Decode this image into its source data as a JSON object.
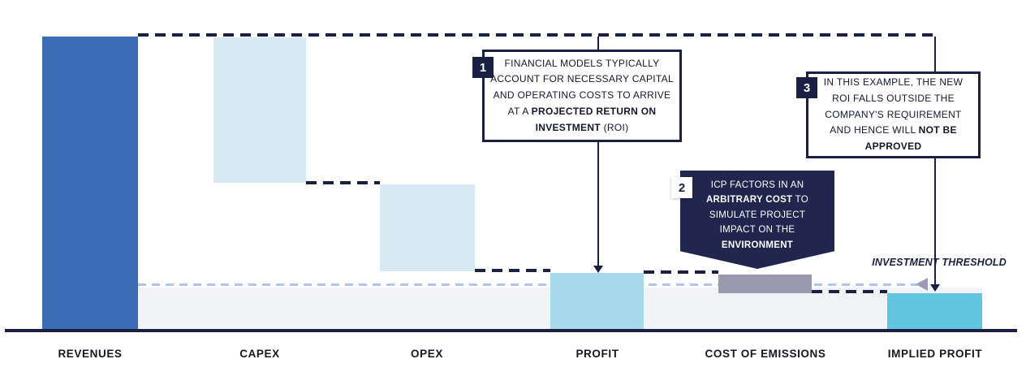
{
  "colors": {
    "navy": "#1A1F44",
    "revenue_blue": "#3A6DB5",
    "light_blue": "#D7EAF4",
    "profit_blue": "#A9DAEC",
    "emissions_grey": "#9B99B0",
    "implied_cyan": "#62C6E0",
    "band_grey": "#F2F3F6",
    "threshold_blue": "#AEC6E8",
    "marker_grey": "#9B9BB3",
    "note_dark_bg": "#20264D",
    "text_dark": "#15182B"
  },
  "chart_data": {
    "type": "waterfall",
    "categories": [
      "REVENUES",
      "CAPEX",
      "OPEX",
      "PROFIT",
      "COST OF EMISSIONS",
      "IMPLIED PROFIT"
    ],
    "relative_values_pct_of_revenue": [
      100,
      -50,
      -30,
      20,
      -7,
      13
    ],
    "threshold_pct_of_revenue": 15,
    "threshold_label": "INVESTMENT THRESHOLD",
    "legend": "none",
    "axis_values_shown": false
  },
  "annotations": {
    "note1": {
      "number": "1",
      "segments": [
        {
          "t": "FINANCIAL MODELS TYPICALLY\nACCOUNT FOR NECESSARY CAPITAL\nAND OPERATING COSTS TO ARRIVE\nAT A "
        },
        {
          "t": "PROJECTED RETURN ON\nINVESTMENT",
          "b": true
        },
        {
          "t": " (ROI)"
        }
      ]
    },
    "note2": {
      "number": "2",
      "segments": [
        {
          "t": "ICP FACTORS IN AN\n"
        },
        {
          "t": "ARBITRARY COST",
          "b": true
        },
        {
          "t": " TO\nSIMULATE PROJECT\nIMPACT ON THE\n"
        },
        {
          "t": "ENVIRONMENT",
          "b": true
        }
      ]
    },
    "note3": {
      "number": "3",
      "segments": [
        {
          "t": "IN THIS EXAMPLE, THE NEW\nROI FALLS OUTSIDE THE\nCOMPANY'S REQUIREMENT\nAND HENCE WILL "
        },
        {
          "t": "NOT BE\nAPPROVED",
          "b": true
        }
      ]
    }
  }
}
